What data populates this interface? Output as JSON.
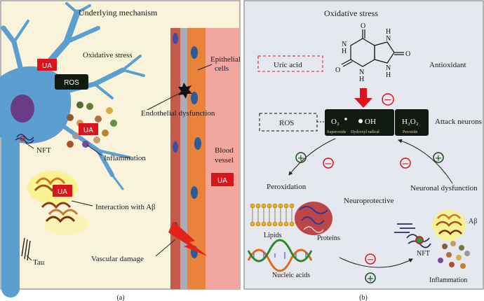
{
  "panel_a": {
    "title": "Underlying mechanism",
    "caption": "(a)",
    "labels": {
      "oxidative_stress": "Oxidative stress",
      "ros": "ROS",
      "ua_top": "UA",
      "ua_inflammation": "UA",
      "ua_interaction": "UA",
      "ua_vessel": "UA",
      "nft": "NFT",
      "inflammation": "Inflammation",
      "interaction": "Interaction with Aβ",
      "tau": "Tau",
      "vascular_damage": "Vascular damage",
      "endothelial": "Endothelial dysfunction",
      "epithelial_1": "Epithelial",
      "epithelial_2": "cells",
      "blood_1": "Blood",
      "blood_2": "vessel"
    }
  },
  "panel_b": {
    "title": "Oxidative stress",
    "caption": "(b)",
    "labels": {
      "uric_acid": "Uric acid",
      "antioxidant": "Antioxidant",
      "ros": "ROS",
      "o2": "O₂",
      "superoxide": "Superoxide",
      "oh": "OH",
      "hydroxyl": "Hydroxyl radical",
      "h2o2": "H₂O₂",
      "peroxide": "Peroxide",
      "attack": "Attack neurons",
      "peroxidation": "Peroxidation",
      "neuroprotective": "Neuroprotective",
      "neuronal_dysfunction": "Neuronal dysfunction",
      "lipids": "Lipids",
      "proteins": "Proteins",
      "nucleic": "Nucleic acids",
      "nft": "NFT",
      "abeta": "Aβ",
      "inflammation": "Inflammation"
    },
    "molecule_atoms": {
      "o1": "O",
      "o2": "O",
      "o3": "O",
      "h1": "H",
      "h2": "H",
      "h3": "H",
      "h4": "H",
      "n1": "N",
      "n2": "N",
      "n3": "N",
      "n4": "N"
    },
    "signs": {
      "plus": "+",
      "minus": "−"
    }
  },
  "colors": {
    "panel_a_bg": "#faf3dc",
    "panel_b_bg": "#e6e8ef",
    "ua_red": "#d9141b",
    "neuron_blue": "#5a9fd0",
    "dark_box": "#101a10"
  }
}
